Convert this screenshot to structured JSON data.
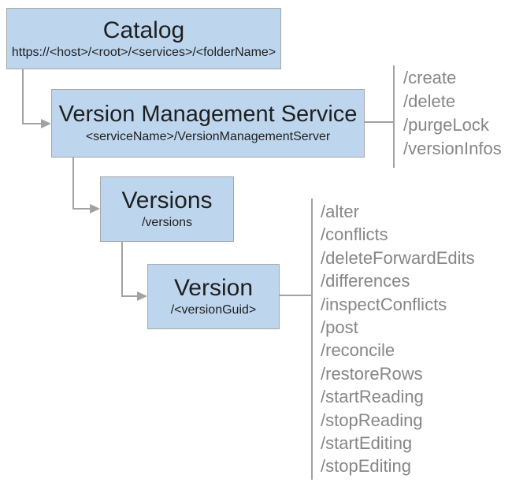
{
  "colors": {
    "page_bg": "#ffffff",
    "box_fill": "#bdd6ee",
    "box_border": "#a6a6a6",
    "connector": "#a2a2a2",
    "title_text": "#1f1f1f",
    "ops_text": "#868686"
  },
  "nodes": {
    "catalog": {
      "title": "Catalog",
      "subtitle": "https://<host>/<root>/<services>/<folderName>"
    },
    "version_management_service": {
      "title": "Version Management Service",
      "subtitle": "<serviceName>/VersionManagementServer"
    },
    "versions": {
      "title": "Versions",
      "subtitle": "/versions"
    },
    "version": {
      "title": "Version",
      "subtitle": "/<versionGuid>"
    }
  },
  "vms_operations": [
    "/create",
    "/delete",
    "/purgeLock",
    "/versionInfos"
  ],
  "version_operations": [
    "/alter",
    "/conflicts",
    "/deleteForwardEdits",
    "/differences",
    "/inspectConflicts",
    "/post",
    "/reconcile",
    "/restoreRows",
    "/startReading",
    "/stopReading",
    "/startEditing",
    "/stopEditing"
  ]
}
